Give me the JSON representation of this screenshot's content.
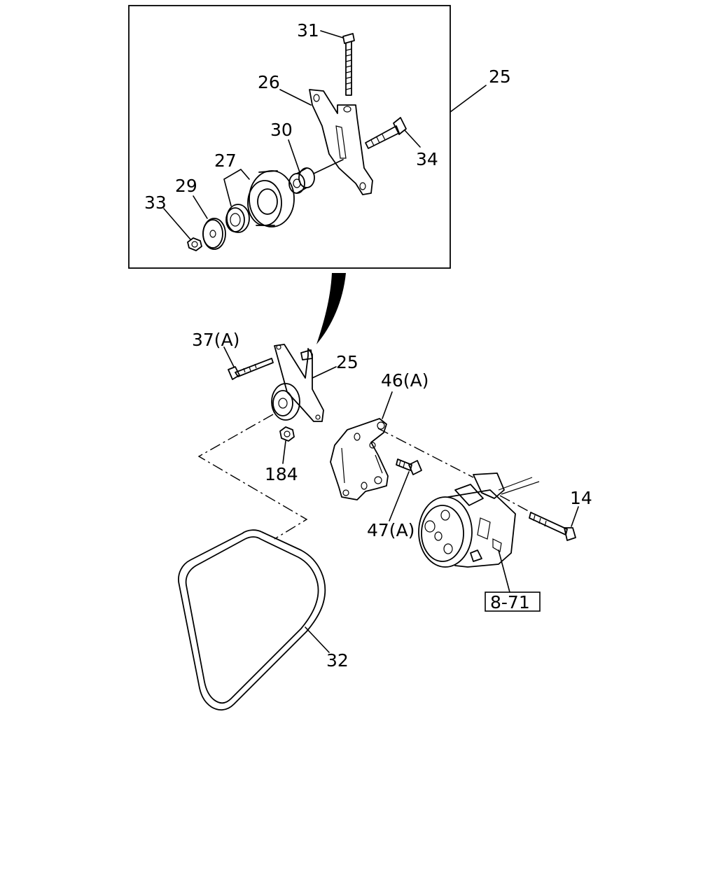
{
  "labels": {
    "l31": "31",
    "l26": "26",
    "l25_top": "25",
    "l30": "30",
    "l34": "34",
    "l27": "27",
    "l29": "29",
    "l33": "33",
    "l37a": "37(A)",
    "l25_mid": "25",
    "l46a": "46(A)",
    "l184": "184",
    "l47a": "47(A)",
    "l14": "14",
    "l32": "32"
  },
  "reference": {
    "ref_8_71": "8-71"
  }
}
